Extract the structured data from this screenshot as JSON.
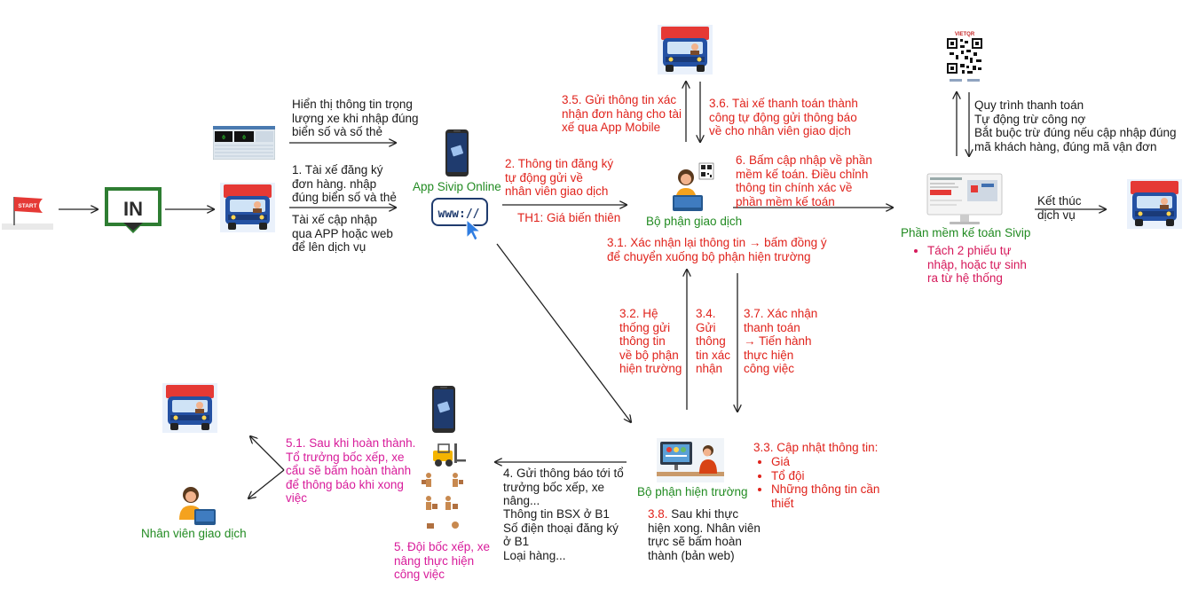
{
  "start_flag": {
    "label": "START"
  },
  "in_sign": {
    "label": "IN"
  },
  "app_url": {
    "label": "www://"
  },
  "nodes": {
    "app": "App Sivip Online",
    "giao_dich": "Bộ phận giao dịch",
    "ke_toan": "Phần mềm kế toán Sivip",
    "hien_truong": "Bộ phận hiện trường",
    "nhan_vien": "Nhân viên giao dịch"
  },
  "texts": {
    "hien_thi": "Hiển thị thông tin trọng\nlượng xe khi nhập đúng\nbiển số và số thẻ",
    "step1": "1. Tài xế đăng ký\nđơn hàng. nhập\nđúng biển số và thẻ",
    "tai_xe_cap_nhap": "Tài xế cập nhập\nqua APP hoặc web\nđể lên dịch vụ",
    "step2": "2. Thông tin đăng ký\ntự động gửi về\nnhân viên giao dịch",
    "th1": "TH1: Giá biến thiên",
    "step35": "3.5. Gửi thông tin xác\nnhận đơn hàng cho tài\nxế qua App Mobile",
    "step36": "3.6. Tài xế thanh toán thành\ncông tự động gửi thông báo\nvề cho nhân viên giao dịch",
    "step6": "6. Bấm cập nhập về phần\nmềm kế toán. Điều chỉnh\nthông tin chính xác về\nphần mềm kế toán",
    "quy_trinh": "Quy trình thanh toán\nTự động trừ công nợ\nBắt buộc trừ đúng nếu cập nhập đúng\nmã khách hàng, đúng mã vận đơn",
    "ket_thuc": "Kết thúc\ndịch vụ",
    "step31": "3.1. Xác nhận lại thông tin → bấm đồng ý\nđể chuyển xuống bộ phận hiện trường",
    "step32": "3.2. Hệ\nthống gửi\nthông tin\nvề bộ phận\nhiện trường",
    "step34": "3.4.\nGửi\nthông\ntin xác\nnhận",
    "step37": "3.7. Xác nhận\nthanh toán\n→ Tiến hành\nthực hiện\ncông việc",
    "step33_title": "3.3. Cập nhật thông tin:",
    "step38_num": "3.8.",
    "step38": " Sau khi thực\nhiện xong. Nhân viên\ntrực sẽ bấm hoàn\nthành (bản web)",
    "step4": "4. Gửi thông báo tới tổ\ntrưởng bốc xếp, xe\nnâng...",
    "step4_detail": " Thông tin BSX ở B1\nSố điện thoại đăng ký\nở B1\nLoại hàng...",
    "step5": "5. Đội bốc xếp, xe\nnâng thực hiện\ncông việc",
    "step51": "5.1. Sau khi hoàn thành.\nTổ trưởng bốc xếp, xe\ncẩu sẽ bấm hoàn thành\nđể thông báo khi xong\nviệc"
  },
  "step33_items": [
    "Giá",
    "Tổ đội",
    "Những thông tin cần\nthiết"
  ],
  "ke_toan_notes": [
    "Tách 2 phiếu tự\nnhập, hoặc tự sinh\nra từ hệ thống"
  ],
  "qr_brand": "VIETQR",
  "colors": {
    "red": "#e0231c",
    "green": "#228b22",
    "magenta": "#d81b9a",
    "pink": "#d6195b",
    "truck_red": "#e53935",
    "truck_blue": "#1e4a9a"
  }
}
